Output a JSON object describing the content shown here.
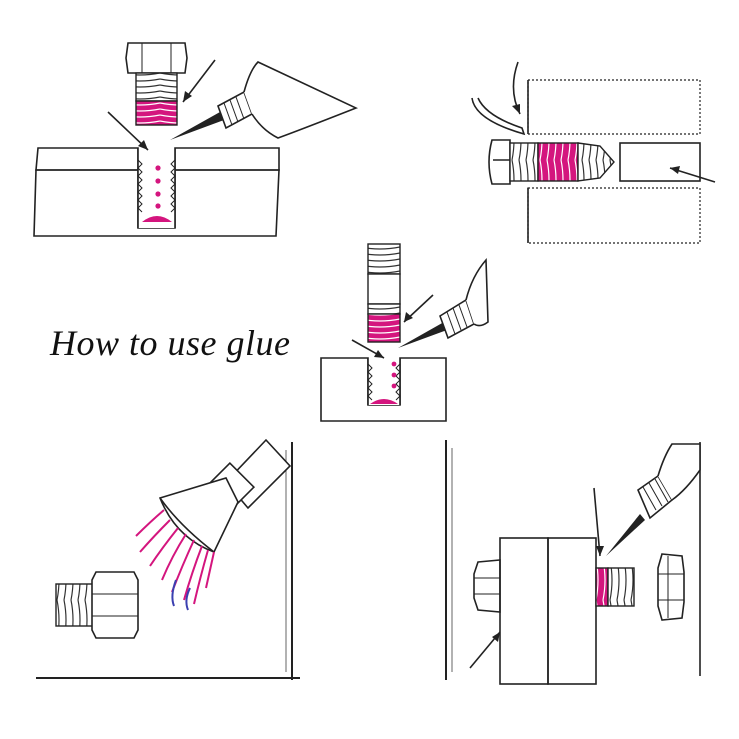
{
  "title": "How to use glue",
  "colors": {
    "glue": "#d4157e",
    "line": "#222222",
    "background": "#ffffff",
    "spray_blue": "#3b3fb0"
  },
  "panels": [
    {
      "name": "bolt-into-blind-hole"
    },
    {
      "name": "screw-through-plates"
    },
    {
      "name": "stud-into-block"
    },
    {
      "name": "spray-coating-bolt"
    },
    {
      "name": "bolt-through-plates-with-nut"
    }
  ]
}
